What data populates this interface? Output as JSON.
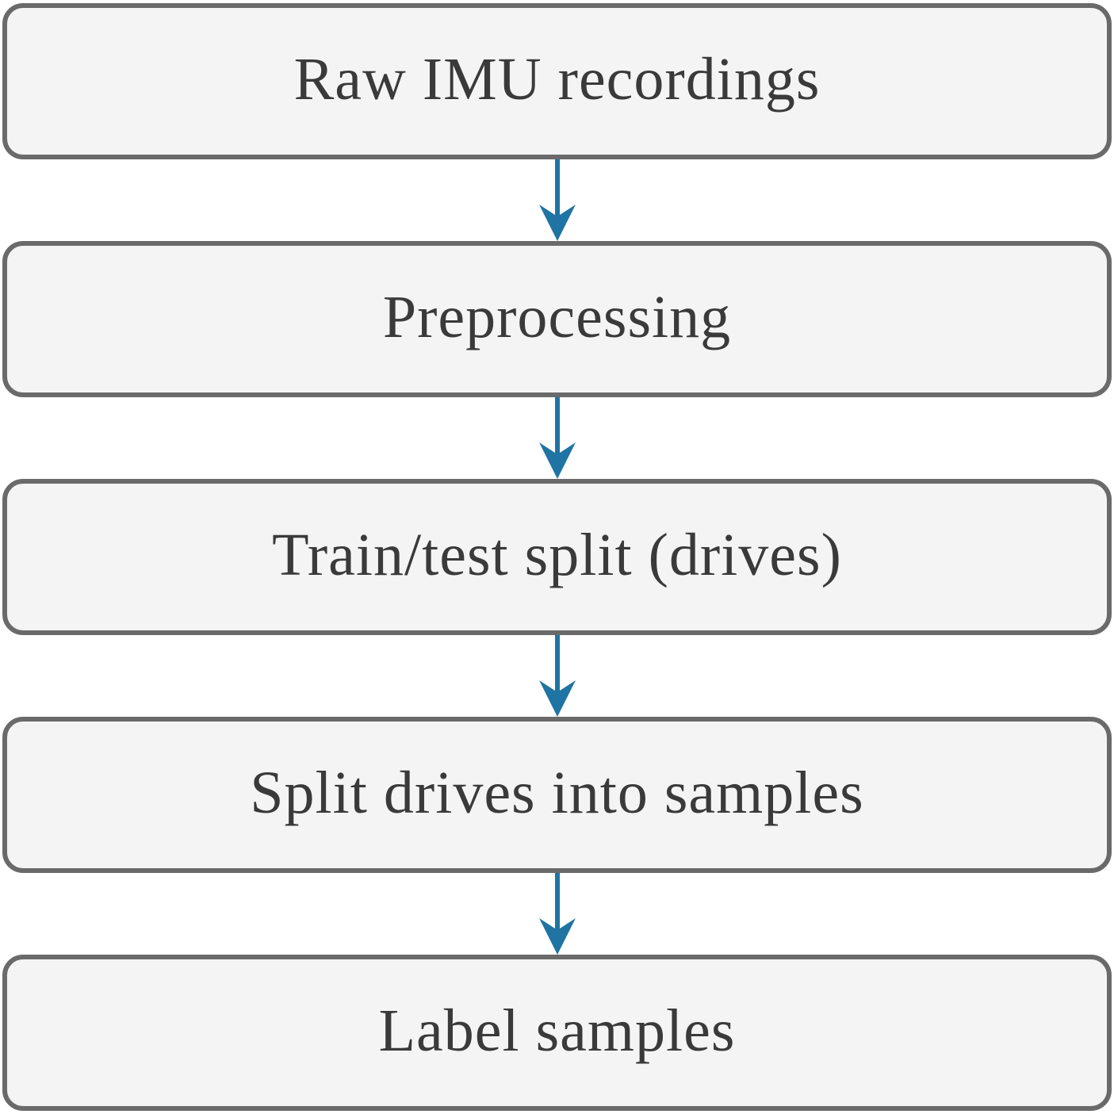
{
  "flowchart": {
    "type": "vertical-flowchart",
    "direction": "top-to-bottom",
    "steps": [
      {
        "label": "Raw IMU recordings"
      },
      {
        "label": "Preprocessing"
      },
      {
        "label": "Train/test split (drives)"
      },
      {
        "label": "Split drives into samples"
      },
      {
        "label": "Label samples"
      }
    ],
    "connections": [
      {
        "from": "Raw IMU recordings",
        "to": "Preprocessing"
      },
      {
        "from": "Preprocessing",
        "to": "Train/test split (drives)"
      },
      {
        "from": "Train/test split (drives)",
        "to": "Split drives into samples"
      },
      {
        "from": "Split drives into samples",
        "to": "Label samples"
      }
    ],
    "colors": {
      "arrow": "#1f74a3",
      "node_border": "#6a6a6a",
      "node_fill": "#f4f4f4",
      "text": "#3a3a3a",
      "background": "#ffffff"
    }
  }
}
